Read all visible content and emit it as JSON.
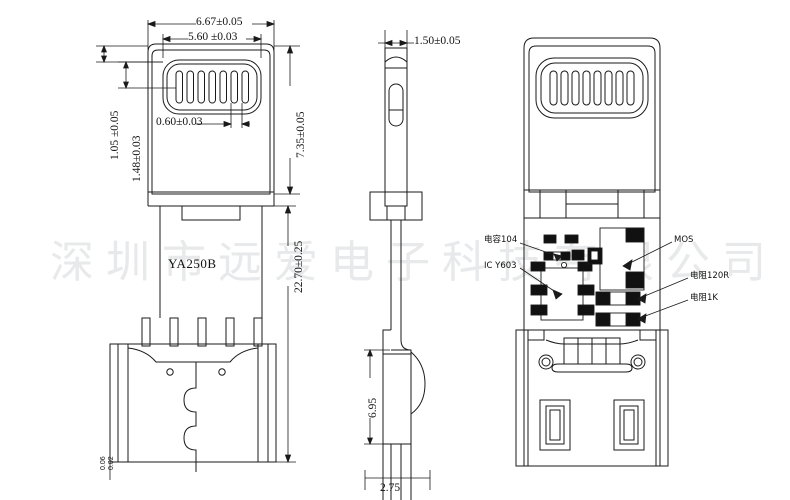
{
  "drawing": {
    "part_number": "YA250B",
    "watermark": "深圳市远爱电子科技有限公司",
    "type": "mechanical-engineering-drawing",
    "views": [
      {
        "name": "front-view",
        "position": "left"
      },
      {
        "name": "side-view",
        "position": "center"
      },
      {
        "name": "rear-view",
        "position": "right"
      }
    ]
  },
  "dimensions": {
    "width_outer": "6.67±0.05",
    "width_inner": "5.60  ±0.03",
    "height_right": "7.35±0.05",
    "lip_top": "1.05 ±0.05",
    "lip_second": "1.48±0.03",
    "pin_pitch": "0.60±0.03",
    "total_length": "22.70±0.25",
    "thickness": "1.50±0.05",
    "side_height": "6.95",
    "bottom_width": "2.75",
    "tol_upper": "0.06",
    "tol_lower": "0.02"
  },
  "components": {
    "capacitor": "电容104",
    "ic": "IC Y603",
    "mos": "MOS",
    "resistor_120r": "电阻120R",
    "resistor_1k": "电阻1K"
  },
  "colors": {
    "line": "#1a1a1a",
    "fill_pad": "#111111",
    "watermark": "#e7e9ea",
    "background": "#ffffff"
  }
}
